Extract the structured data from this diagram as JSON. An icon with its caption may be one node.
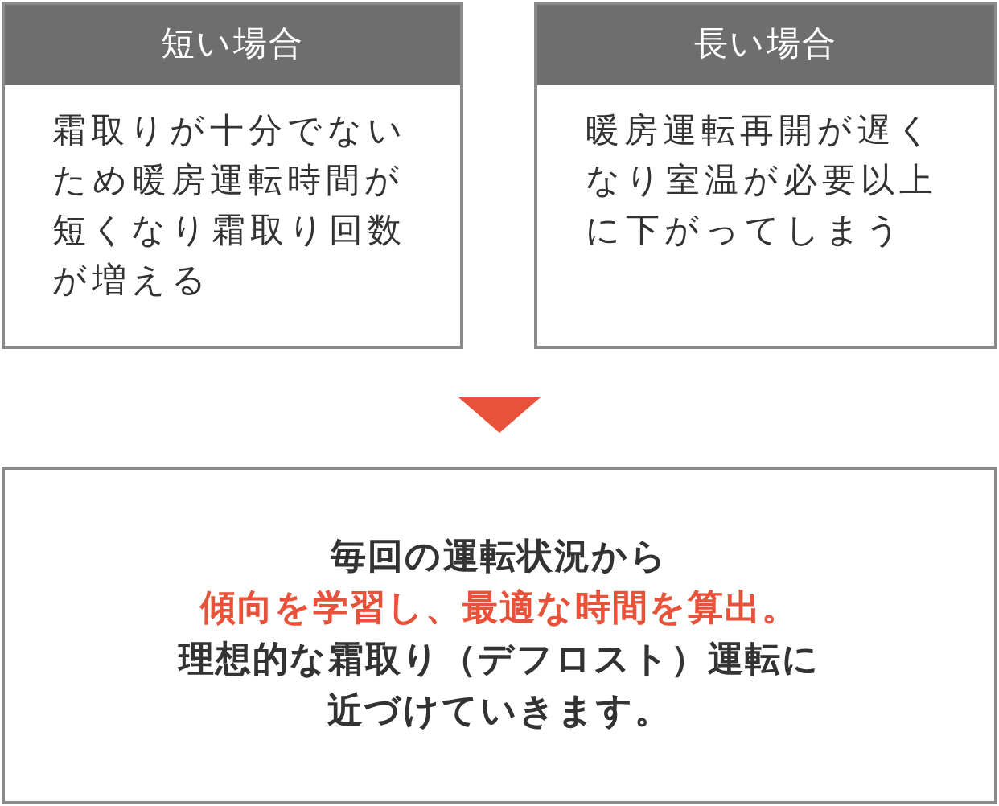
{
  "diagram": {
    "nodes": [
      {
        "text": [
          "短い場合",
          "霜取りが十分でないため暖房運転時間が短くなり霜取り回数が増える"
        ]
      },
      {
        "text": [
          "長い場合",
          "暖房運転再開が遅くなり室温が必要以上に下がってしまう"
        ]
      },
      {
        "text": [
          "毎回の運転状況から",
          "傾向を学習し、最適な時間を算出。",
          "理想的な霜取り（デフロスト）運転に近づけていきます。"
        ]
      }
    ],
    "edges": [
      {
        "from": null,
        "to": 2,
        "arrow": "to",
        "color": "#e8523a"
      }
    ]
  }
}
